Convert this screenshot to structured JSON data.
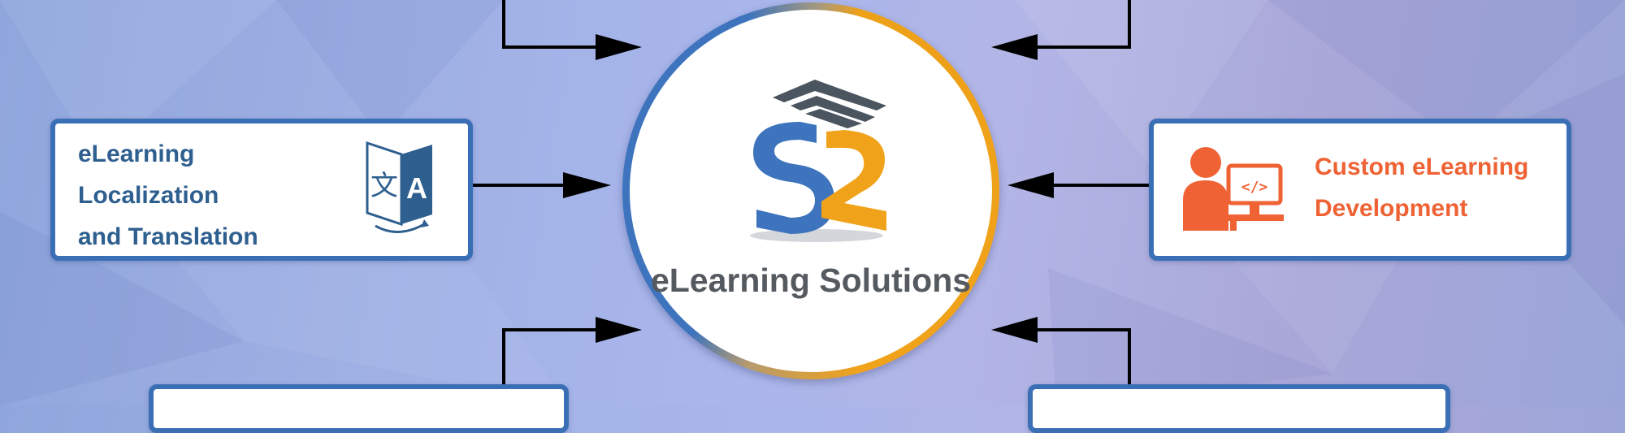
{
  "center": {
    "title": "eLearning Solutions",
    "logo_icon": "s2-cube-logo-icon",
    "ring_colors": [
      "#3d74bd",
      "#eda118"
    ]
  },
  "cards": {
    "localization": {
      "lines": [
        "eLearning",
        "Localization",
        "and Translation"
      ],
      "icon": "translation-icon",
      "text_color": "#2e5f8f"
    },
    "custom_development": {
      "lines": [
        "Custom eLearning",
        "Development"
      ],
      "icon": "developer-at-computer-icon",
      "text_color": "#ee6234"
    }
  },
  "colors": {
    "card_border": "#3b6fb5",
    "arrow": "#000000"
  }
}
